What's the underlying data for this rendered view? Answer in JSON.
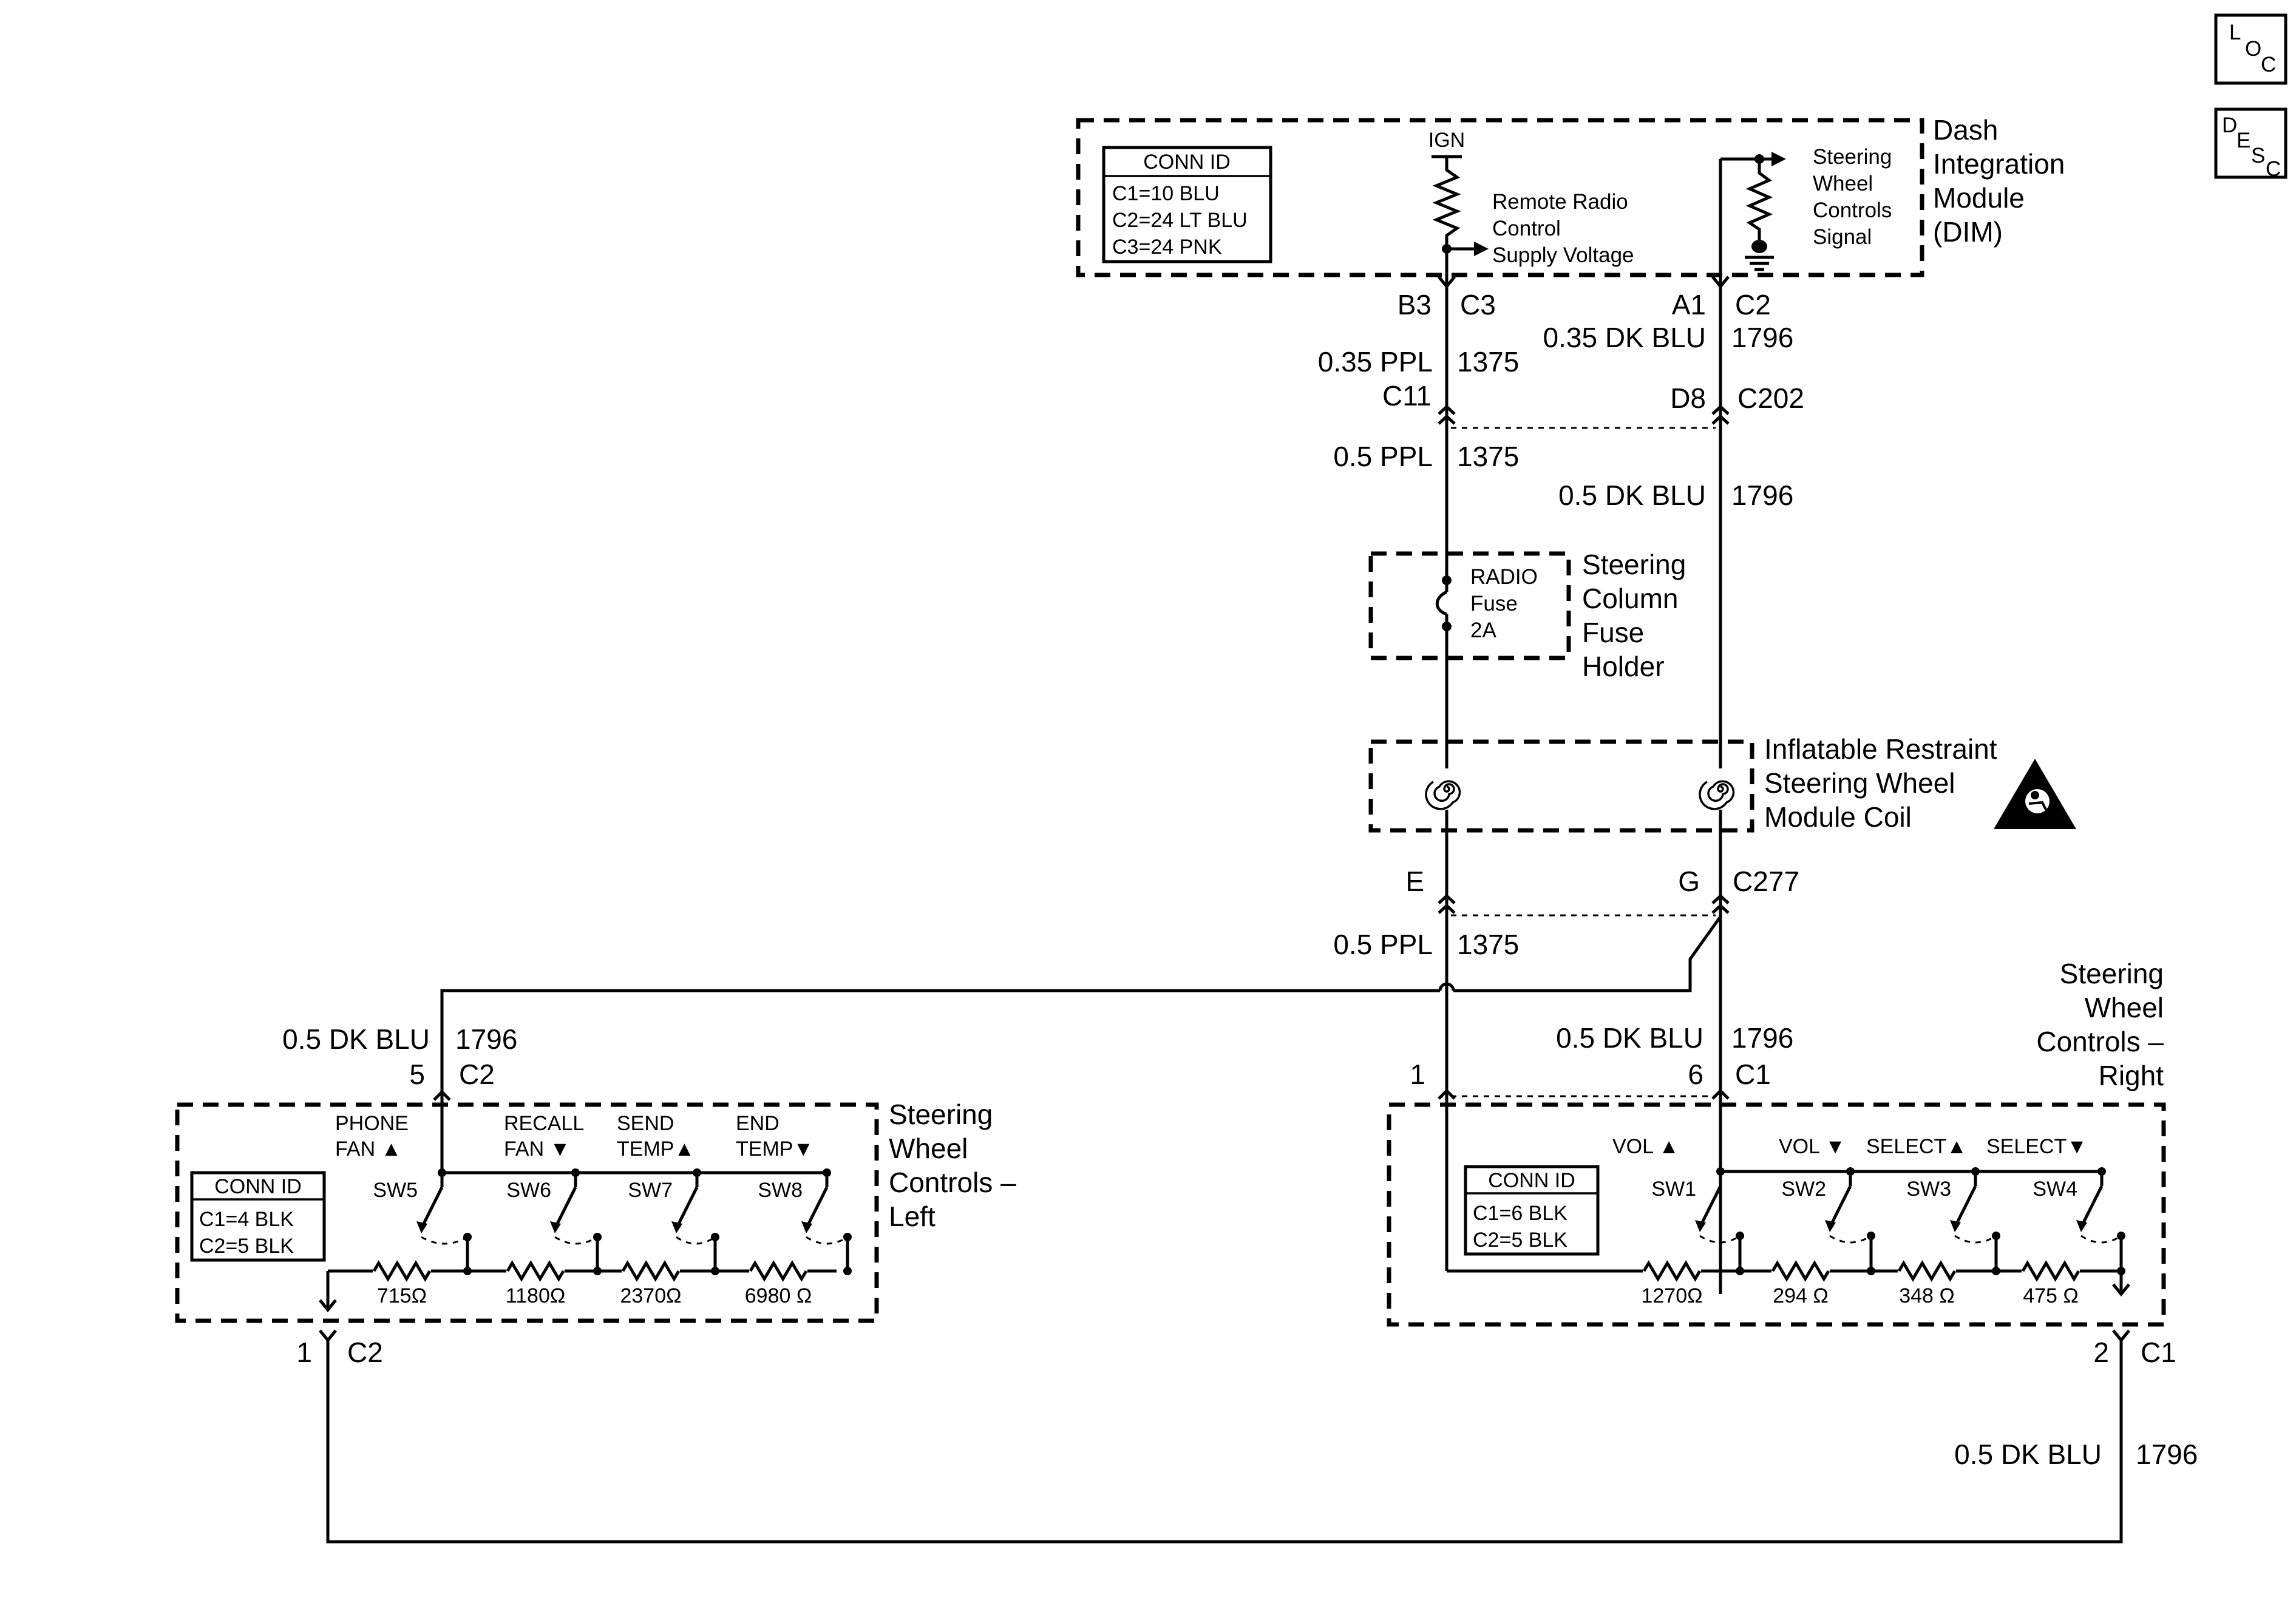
{
  "nav": {
    "loc": {
      "l": "L",
      "o": "O",
      "c": "C"
    },
    "desc": {
      "d": "D",
      "e": "E",
      "s": "S",
      "c": "C"
    }
  },
  "dim": {
    "title_lines": [
      "Dash",
      "Integration",
      "Module",
      "(DIM)"
    ],
    "conn": {
      "title": "CONN ID",
      "lines": [
        "C1=10 BLU",
        "C2=24 LT BLU",
        "C3=24 PNK"
      ]
    },
    "ign": "IGN",
    "supply_lines": [
      "Remote Radio",
      "Control",
      "Supply Voltage"
    ],
    "signal_lines": [
      "Steering",
      "Wheel",
      "Controls",
      "Signal"
    ]
  },
  "pins": {
    "b3": "B3",
    "c3": "C3",
    "a1": "A1",
    "c2": "C2",
    "c11": "C11",
    "d8": "D8",
    "c202": "C202",
    "e": "E",
    "g": "G",
    "c277": "C277",
    "rp1": "1",
    "rp6": "6",
    "rc1": "C1",
    "lp5": "5",
    "lc2": "C2",
    "lp1": "1",
    "lc2b": "C2",
    "rp2": "2",
    "rc1b": "C1"
  },
  "wires": {
    "w1": {
      "gauge": "0.35 PPL",
      "circuit": "1375"
    },
    "w2": {
      "gauge": "0.35 DK BLU",
      "circuit": "1796"
    },
    "w3": {
      "gauge": "0.5 PPL",
      "circuit": "1375"
    },
    "w4": {
      "gauge": "0.5 DK BLU",
      "circuit": "1796"
    },
    "w5": {
      "gauge": "0.5 PPL",
      "circuit": "1375"
    },
    "w6": {
      "gauge": "0.5 DK BLU",
      "circuit": "1796"
    },
    "w7": {
      "gauge": "0.5 DK BLU",
      "circuit": "1796"
    },
    "w8": {
      "gauge": "0.5 DK BLU",
      "circuit": "1796"
    }
  },
  "fuse": {
    "title_lines": [
      "Steering",
      "Column",
      "Fuse",
      "Holder"
    ],
    "lines": [
      "RADIO",
      "Fuse",
      "2A"
    ]
  },
  "coil": {
    "title_lines": [
      "Inflatable Restraint",
      "Steering Wheel",
      "Module Coil"
    ]
  },
  "left": {
    "title_lines": [
      "Steering",
      "Wheel",
      "Controls –",
      "Left"
    ],
    "conn": {
      "title": "CONN ID",
      "lines": [
        "C1=4 BLK",
        "C2=5 BLK"
      ]
    },
    "switches": [
      {
        "name": "SW5",
        "l1": "PHONE",
        "l2": "FAN ▲"
      },
      {
        "name": "SW6",
        "l1": "RECALL",
        "l2": "FAN ▼"
      },
      {
        "name": "SW7",
        "l1": "SEND",
        "l2": "TEMP▲"
      },
      {
        "name": "SW8",
        "l1": "END",
        "l2": "TEMP▼"
      }
    ],
    "resistors": [
      "715Ω",
      "1180Ω",
      "2370Ω",
      "6980 Ω"
    ]
  },
  "right": {
    "title_lines": [
      "Steering",
      "Wheel",
      "Controls –",
      "Right"
    ],
    "conn": {
      "title": "CONN ID",
      "lines": [
        "C1=6 BLK",
        "C2=5 BLK"
      ]
    },
    "switches": [
      {
        "name": "SW1",
        "l1": "VOL ▲"
      },
      {
        "name": "SW2",
        "l1": "VOL ▼"
      },
      {
        "name": "SW3",
        "l1": "SELECT▲"
      },
      {
        "name": "SW4",
        "l1": "SELECT▼"
      }
    ],
    "resistors": [
      "1270Ω",
      "294 Ω",
      "348 Ω",
      "475 Ω"
    ]
  }
}
